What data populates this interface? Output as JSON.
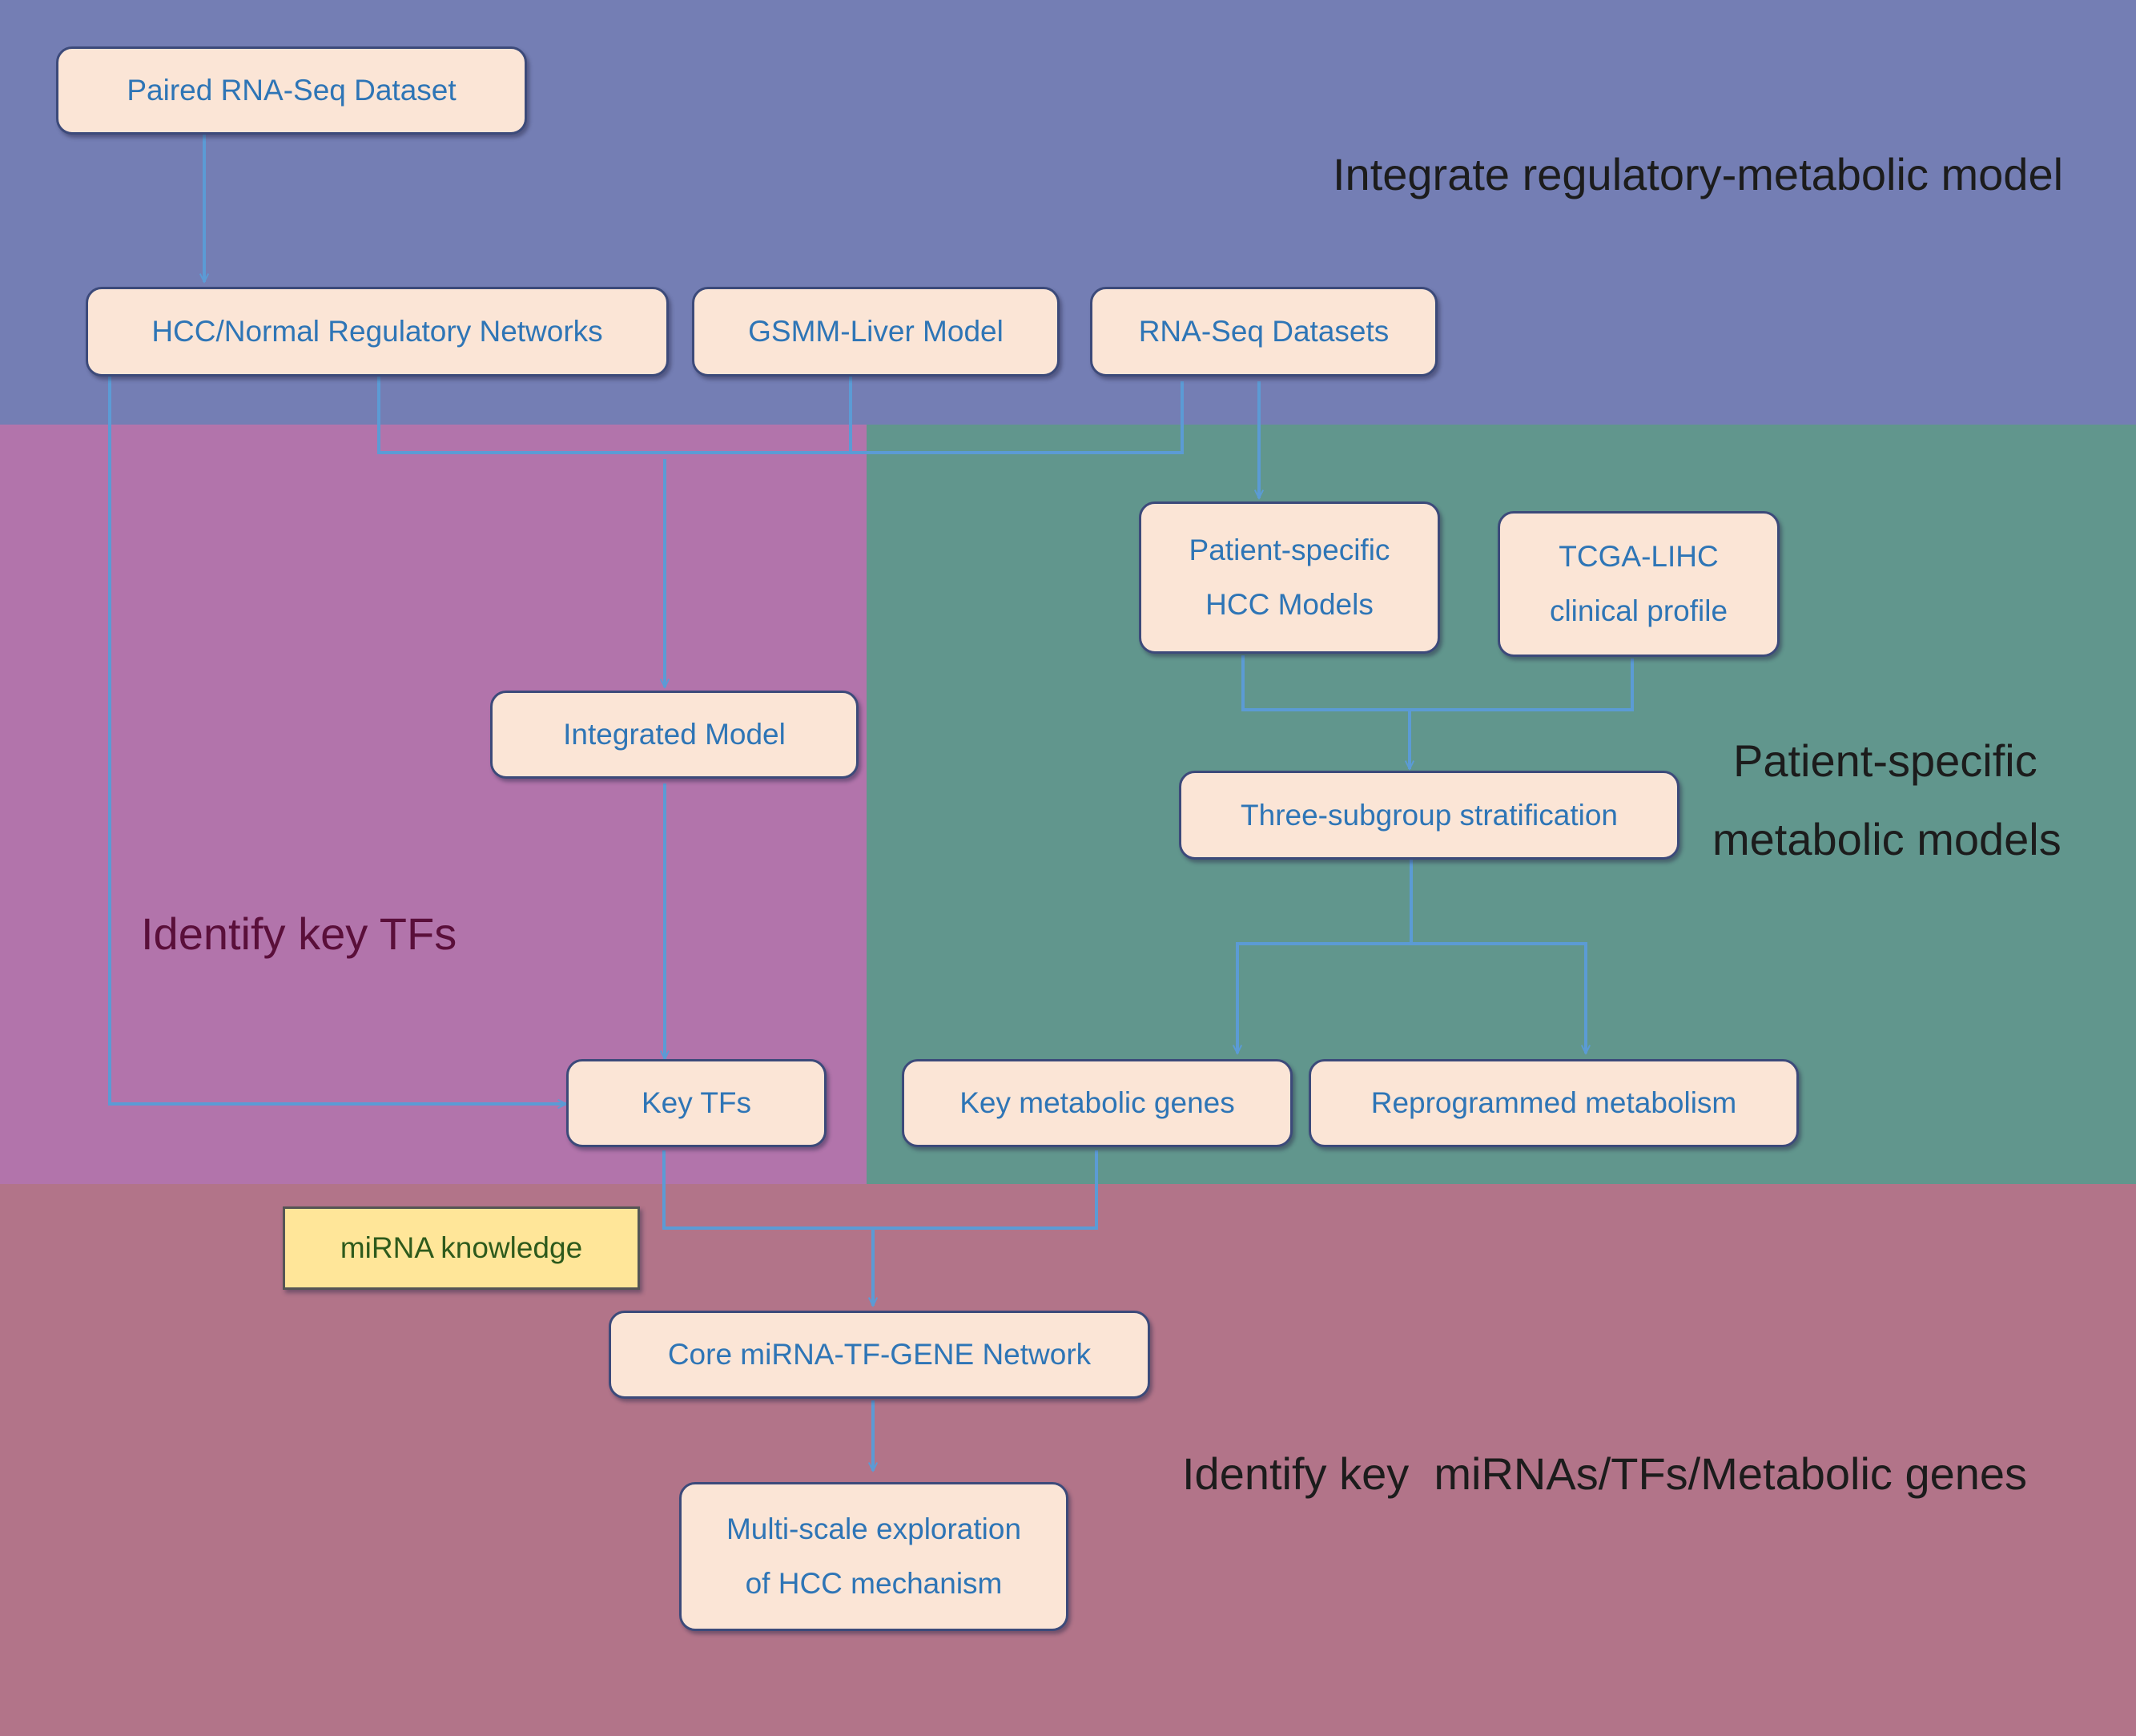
{
  "regions": {
    "top_label": "Integrate regulatory-metabolic model",
    "left_label": "Identify key TFs",
    "right_label_line1": "Patient-specific",
    "right_label_line2": "metabolic models",
    "bottom_label": "Identify key  miRNAs/TFs/Metabolic genes"
  },
  "nodes": {
    "paired_rnaseq": "Paired RNA-Seq Dataset",
    "regulatory_networks": "HCC/Normal Regulatory Networks",
    "gsmm_liver": "GSMM-Liver Model",
    "rnaseq_datasets": "RNA-Seq Datasets",
    "patient_models_line1": "Patient-specific",
    "patient_models_line2": "HCC Models",
    "tcga_line1": "TCGA-LIHC",
    "tcga_line2": "clinical profile",
    "integrated_model": "Integrated Model",
    "three_subgroup": "Three-subgroup stratification",
    "key_tfs": "Key TFs",
    "key_metabolic_genes": "Key metabolic genes",
    "reprogrammed_metabolism": "Reprogrammed metabolism",
    "mirna_knowledge": "miRNA knowledge",
    "core_network": "Core miRNA-TF-GENE Network",
    "multiscale_line1": "Multi-scale exploration",
    "multiscale_line2": "of HCC mechanism"
  },
  "colors": {
    "region_top": "#747eb4",
    "region_left": "#b274ab",
    "region_right": "#61968d",
    "region_bottom": "#b27489",
    "node_fill": "#fbe5d6",
    "node_text": "#2e75b6",
    "connector": "#5b9bd5",
    "note_fill": "#ffe699"
  }
}
